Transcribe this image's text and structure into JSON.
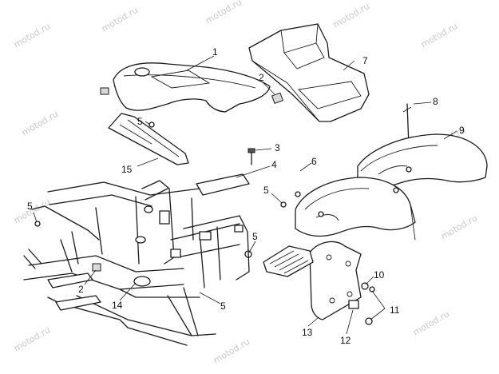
{
  "watermark": "motod.ru",
  "callouts": {
    "c1": "1",
    "c2a": "2",
    "c2b": "2",
    "c3": "3",
    "c4": "4",
    "c5a": "5",
    "c5b": "5",
    "c5c": "5",
    "c5d": "5",
    "c5e": "5",
    "c6": "6",
    "c7": "7",
    "c8": "8",
    "c9": "9",
    "c10": "10",
    "c11": "11",
    "c12": "12",
    "c13": "13",
    "c14": "14",
    "c15": "15"
  }
}
